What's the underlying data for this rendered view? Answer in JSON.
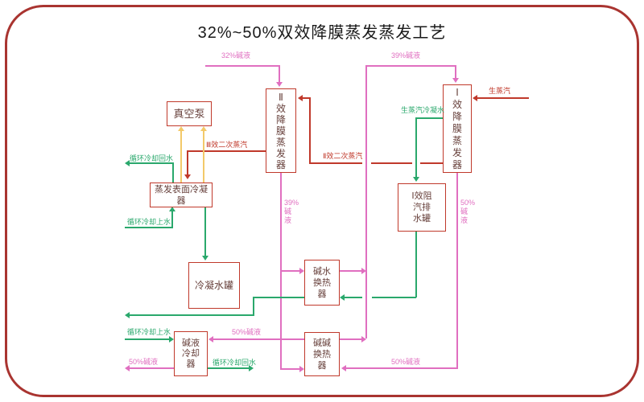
{
  "title": "32%~50%双效降膜蒸发蒸发工艺",
  "colors": {
    "lye_pink": "#e06fc0",
    "cooling_green": "#2aa86c",
    "steam_red": "#c0392b",
    "vacuum_orange": "#f3c969",
    "box_border": "#c0392b",
    "frame_border": "#a93430"
  },
  "boxes": {
    "vacuum_pump": {
      "label": "真空泵"
    },
    "surface_condenser": {
      "label": "蒸发表面冷凝器"
    },
    "condensate_tank": {
      "label": "冷凝水罐"
    },
    "lye_cooler": {
      "label": "碱液\n冷却\n器"
    },
    "evaporator2": {
      "label": "Ⅱ\n效\n降\n膜\n蒸\n发\n器"
    },
    "evaporator1": {
      "label": "Ⅰ\n效\n降\n膜\n蒸\n发\n器"
    },
    "trap_tank": {
      "label": "Ⅰ效阻\n汽排\n水罐"
    },
    "hx_lye_water": {
      "label": "碱水\n换热\n器"
    },
    "hx_lye_lye": {
      "label": "碱碱\n换热\n器"
    }
  },
  "flow_labels": {
    "feed32": "32%碱液",
    "feed39_top": "39%碱液",
    "raw_steam": "生蒸汽",
    "raw_steam_condensate": "生蒸汽冷凝水",
    "e2_secondary_steam": "Ⅱ效二次蒸汽",
    "e3_secondary_steam": "Ⅲ效二次蒸汽",
    "cooling_return_top": "循环冷却回水",
    "cooling_supply_mid": "循环冷却上水",
    "lye39_vertical": "39%\n碱\n液",
    "lye50_vertical": "50%\n碱\n液",
    "cooling_supply_bottom": "循环冷却上水",
    "lye50_to_cooler": "50%碱液",
    "lye50_out": "50%碱液",
    "cooling_return_bottom": "循环冷却回水",
    "lye50_to_hx": "50%碱液"
  }
}
